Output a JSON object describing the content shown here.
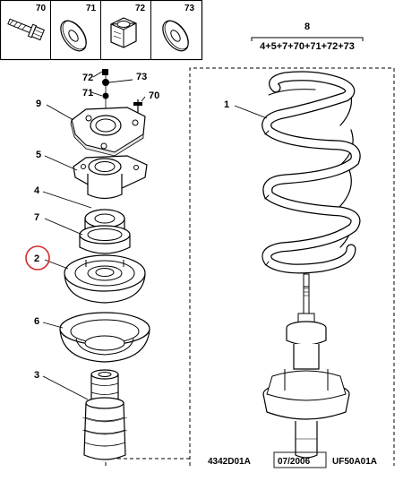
{
  "parts_header": [
    {
      "number": "70",
      "icon": "bolt-icon"
    },
    {
      "number": "71",
      "icon": "washer-icon"
    },
    {
      "number": "72",
      "icon": "nut-icon"
    },
    {
      "number": "73",
      "icon": "washer-icon"
    }
  ],
  "kit": {
    "number": "8",
    "formula": "4+5+7+70+71+72+73"
  },
  "callouts": {
    "c72": "72",
    "c73": "73",
    "c71": "71",
    "c70": "70",
    "c9": "9",
    "c5": "5",
    "c4": "4",
    "c7": "7",
    "c2": "2",
    "c6": "6",
    "c3": "3",
    "c1": "1"
  },
  "highlight": {
    "part": "2",
    "color": "#d42a2a"
  },
  "footer": {
    "ref1": "4342D01A",
    "date": "07/2006",
    "ref2": "UF50A01A"
  }
}
